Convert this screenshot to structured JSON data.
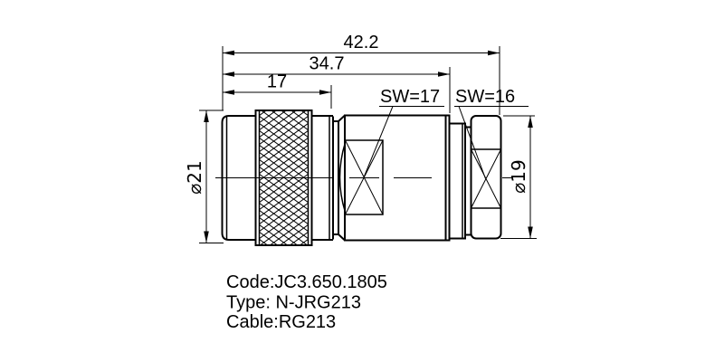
{
  "dimensions": {
    "overall_length": "42.2",
    "body_length": "34.7",
    "nut_length": "17",
    "sw_body": "SW=17",
    "sw_nut": "SW=16",
    "dia_coupling_nut": "⌀21",
    "dia_clamp_nut": "⌀19"
  },
  "notes": {
    "code": "Code:JC3.650.1805",
    "type": "Type: N-JRG213",
    "cable": "Cable:RG213"
  },
  "colors": {
    "line": "#000000",
    "background": "#ffffff"
  }
}
